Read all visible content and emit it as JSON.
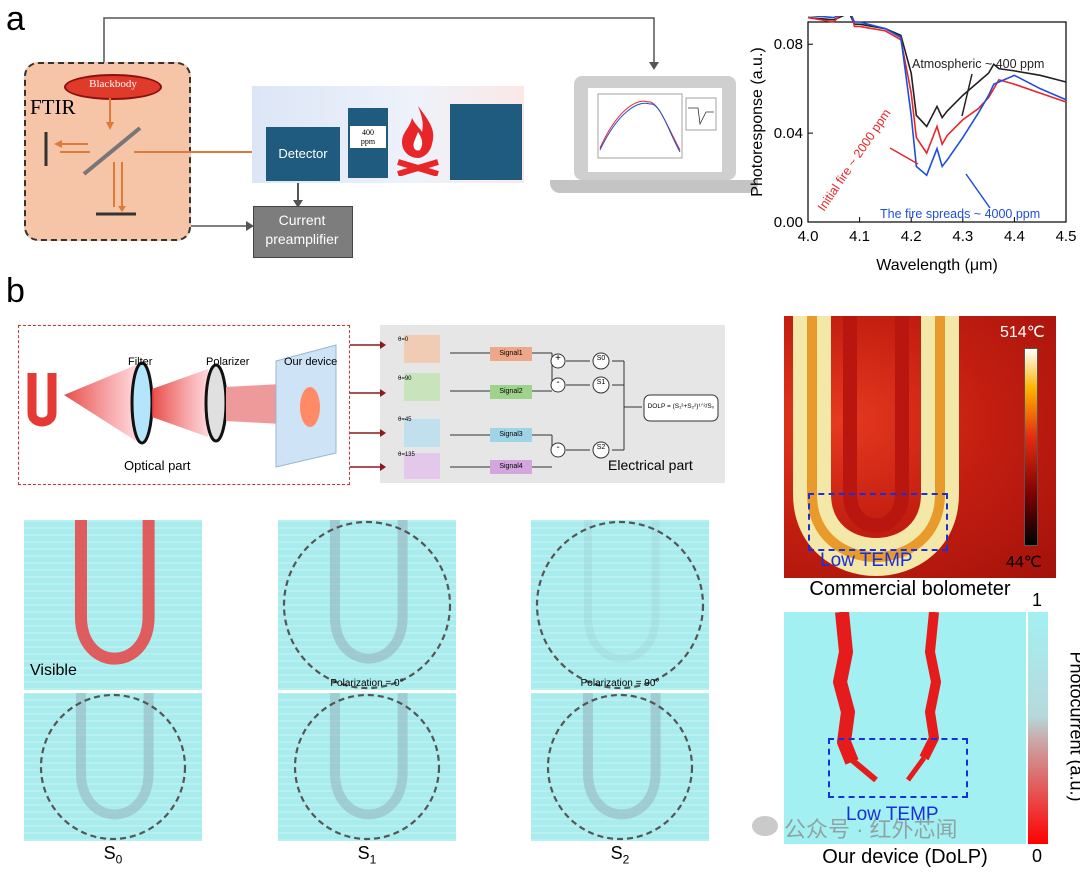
{
  "panel_a": {
    "letter": "a",
    "ftir_label": "FTIR",
    "blackbody_label": "Blackbody",
    "detector_label": "Detector",
    "ppm_box": "400\nppm",
    "preamp_label": "Current\npreamplifier",
    "chart_data": {
      "type": "line",
      "xlabel": "Wavelength (μm)",
      "ylabel": "Photoresponse (a.u.)",
      "xlim": [
        4.0,
        4.5
      ],
      "ylim": [
        0.0,
        0.09
      ],
      "xticks": [
        "4.0",
        "4.1",
        "4.2",
        "4.3",
        "4.4",
        "4.5"
      ],
      "yticks": [
        "0.00",
        "0.04",
        "0.08"
      ],
      "series": [
        {
          "color": "#222222",
          "x": [
            4.0,
            4.05,
            4.08,
            4.09,
            4.1,
            4.15,
            4.18,
            4.2,
            4.21,
            4.23,
            4.25,
            4.26,
            4.27,
            4.3,
            4.33,
            4.35,
            4.36,
            4.37,
            4.4,
            4.45,
            4.5
          ],
          "y": [
            0.092,
            0.091,
            0.094,
            0.089,
            0.089,
            0.087,
            0.084,
            0.067,
            0.048,
            0.043,
            0.052,
            0.047,
            0.05,
            0.057,
            0.063,
            0.067,
            0.071,
            0.069,
            0.068,
            0.066,
            0.063
          ]
        },
        {
          "color": "#e8262a",
          "x": [
            4.0,
            4.05,
            4.08,
            4.09,
            4.1,
            4.15,
            4.18,
            4.2,
            4.21,
            4.23,
            4.25,
            4.26,
            4.27,
            4.3,
            4.33,
            4.35,
            4.36,
            4.37,
            4.4,
            4.45,
            4.5
          ],
          "y": [
            0.092,
            0.09,
            0.098,
            0.088,
            0.088,
            0.086,
            0.082,
            0.058,
            0.038,
            0.031,
            0.043,
            0.035,
            0.039,
            0.046,
            0.051,
            0.056,
            0.06,
            0.064,
            0.062,
            0.058,
            0.054
          ]
        },
        {
          "color": "#1f4fd8",
          "x": [
            4.0,
            4.05,
            4.08,
            4.09,
            4.1,
            4.15,
            4.18,
            4.2,
            4.21,
            4.23,
            4.25,
            4.26,
            4.27,
            4.3,
            4.33,
            4.35,
            4.36,
            4.37,
            4.4,
            4.45,
            4.5
          ],
          "y": [
            0.093,
            0.092,
            0.095,
            0.09,
            0.09,
            0.087,
            0.083,
            0.048,
            0.025,
            0.021,
            0.033,
            0.025,
            0.028,
            0.038,
            0.049,
            0.057,
            0.062,
            0.063,
            0.066,
            0.06,
            0.055
          ]
        }
      ],
      "annotations": [
        {
          "text": "Atmospheric ~ 400 ppm",
          "color": "#222222"
        },
        {
          "text": "Initial fire ~ 2000 ppm",
          "color": "#e8262a"
        },
        {
          "text": "The fire spreads ~ 4000 ppm",
          "color": "#1f4fd8"
        }
      ]
    }
  },
  "panel_b": {
    "letter": "b",
    "filter_label": "Filter",
    "polarizer_label": "Polarizer",
    "device_label": "Our device",
    "optical_part": "Optical part",
    "electrical_part": "Electrical part",
    "theta_labels": [
      "θ=0",
      "θ=90",
      "θ=45",
      "θ=135"
    ],
    "signals": [
      "Signal1",
      "Signal2",
      "Signal3",
      "Signal4"
    ],
    "ops": [
      "+",
      "-",
      "-"
    ],
    "stokes": [
      "S0",
      "S1",
      "S2"
    ],
    "dolp_formula": "DOLP = (S₁²+S₂²)¹ᐟ²/S₀",
    "tiles": [
      {
        "caption": "Visible"
      },
      {
        "caption": "Polarization = 0°"
      },
      {
        "caption": "Polarization = 90°"
      },
      {
        "caption": "S",
        "sub": "0"
      },
      {
        "caption": "S",
        "sub": "1"
      },
      {
        "caption": "S",
        "sub": "2"
      }
    ],
    "bolometer": {
      "max_label": "514℃",
      "min_label": "44℃",
      "low_temp": "Low TEMP",
      "caption": "Commercial bolometer"
    },
    "dolp_map": {
      "low_temp": "Low TEMP",
      "caption": "Our device (DoLP)",
      "cb_max": "1",
      "cb_min": "0",
      "cb_label": "Photocurrent (a.u.)"
    },
    "watermark": "公众号 · 红外芯闻"
  }
}
